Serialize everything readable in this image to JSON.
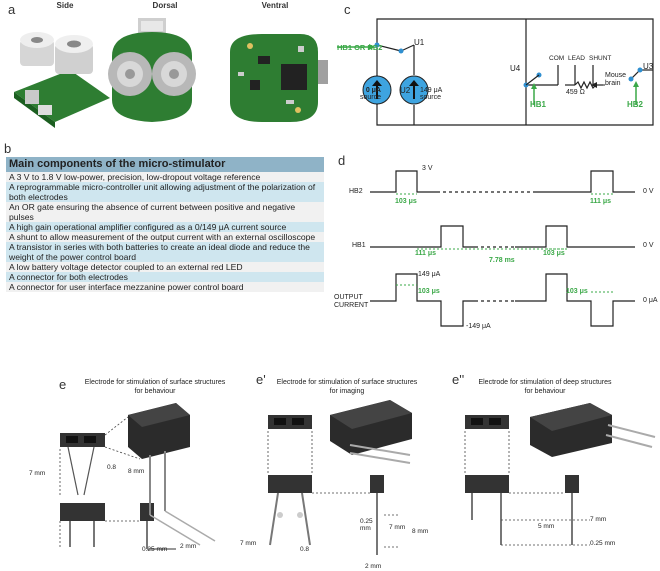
{
  "panels": {
    "a": "a",
    "b": "b",
    "c": "c",
    "d": "d",
    "e": "e",
    "e1": "e'",
    "e2": "e''"
  },
  "views": {
    "side": "Side",
    "dorsal": "Dorsal",
    "ventral": "Ventral"
  },
  "table": {
    "title": "Main components of the micro-stimulator",
    "rows": [
      "A 3 V to 1.8 V low-power, precision, low-dropout voltage reference",
      "A reprogrammable micro-controller unit allowing adjustment of the polarization of both electrodes",
      "An OR gate ensuring the absence of current between positive and negative pulses",
      "A high gain operational amplifier configured as a 0/149 μA current source",
      "A shunt to allow measurement of the output current with an external oscilloscope",
      "A transistor in series with both batteries to create an ideal diode and reduce the weight of the power control board",
      "A low battery voltage detector coupled to an external red LED",
      "A connector for both electrodes",
      "A connector for user interface mezzanine power control board"
    ]
  },
  "circuit": {
    "hb_or": "HB1 OR HB2",
    "u1": "U1",
    "u2": "U2",
    "u3": "U3",
    "u4": "U4",
    "src0_a": "0 μA",
    "src0_b": "source",
    "src149_a": "149 μA",
    "src149_b": "source",
    "com": "COM",
    "lead": "LEAD",
    "shunt": "SHUNT",
    "res": "459 Ω",
    "mouse_a": "Mouse",
    "mouse_b": "brain",
    "hb1": "HB1",
    "hb2": "HB2"
  },
  "timing": {
    "hb2": "HB2",
    "hb1": "HB1",
    "out_a": "OUTPUT",
    "out_b": "CURRENT",
    "v3": "3 V",
    "v0a": "0 V",
    "v0b": "0 V",
    "t103a": "103 μs",
    "t111a": "111 μs",
    "t111b": "111 μs",
    "t778": "7.78 ms",
    "t103b": "103 μs",
    "i149": "149 μA",
    "t103c": "103 μs",
    "t103d": "103 μs",
    "ineg": "-149 μA",
    "i0": "0 μA"
  },
  "electrodes": {
    "e_title_a": "Electrode for stimulation of surface structures",
    "e_title_b": "for behaviour",
    "e1_title_a": "Electrode for stimulation of surface structures",
    "e1_title_b": "for imaging",
    "e2_title_a": "Electrode for stimulation of deep structures",
    "e2_title_b": "for behaviour",
    "e_7mm": "7 mm",
    "e_08": "0.8",
    "e_8mm": "8 mm",
    "e_025": "0.25 mm",
    "e_2mm": "2 mm",
    "e1_7mm_left": "7 mm",
    "e1_08": "0.8",
    "e1_025a": "0.25",
    "e1_025b": "mm",
    "e1_7mm": "7 mm",
    "e1_8mm": "8 mm",
    "e1_2mm": "2 mm",
    "e2_7mm": "7 mm",
    "e2_5mm": "5 mm",
    "e2_025": "0.25 mm"
  },
  "colors": {
    "green": "#3aa847",
    "blue": "#2f8fd0",
    "table_head": "#8fb3c7",
    "table_blue": "#cfe6ef",
    "pcb": "#2e7d32"
  }
}
